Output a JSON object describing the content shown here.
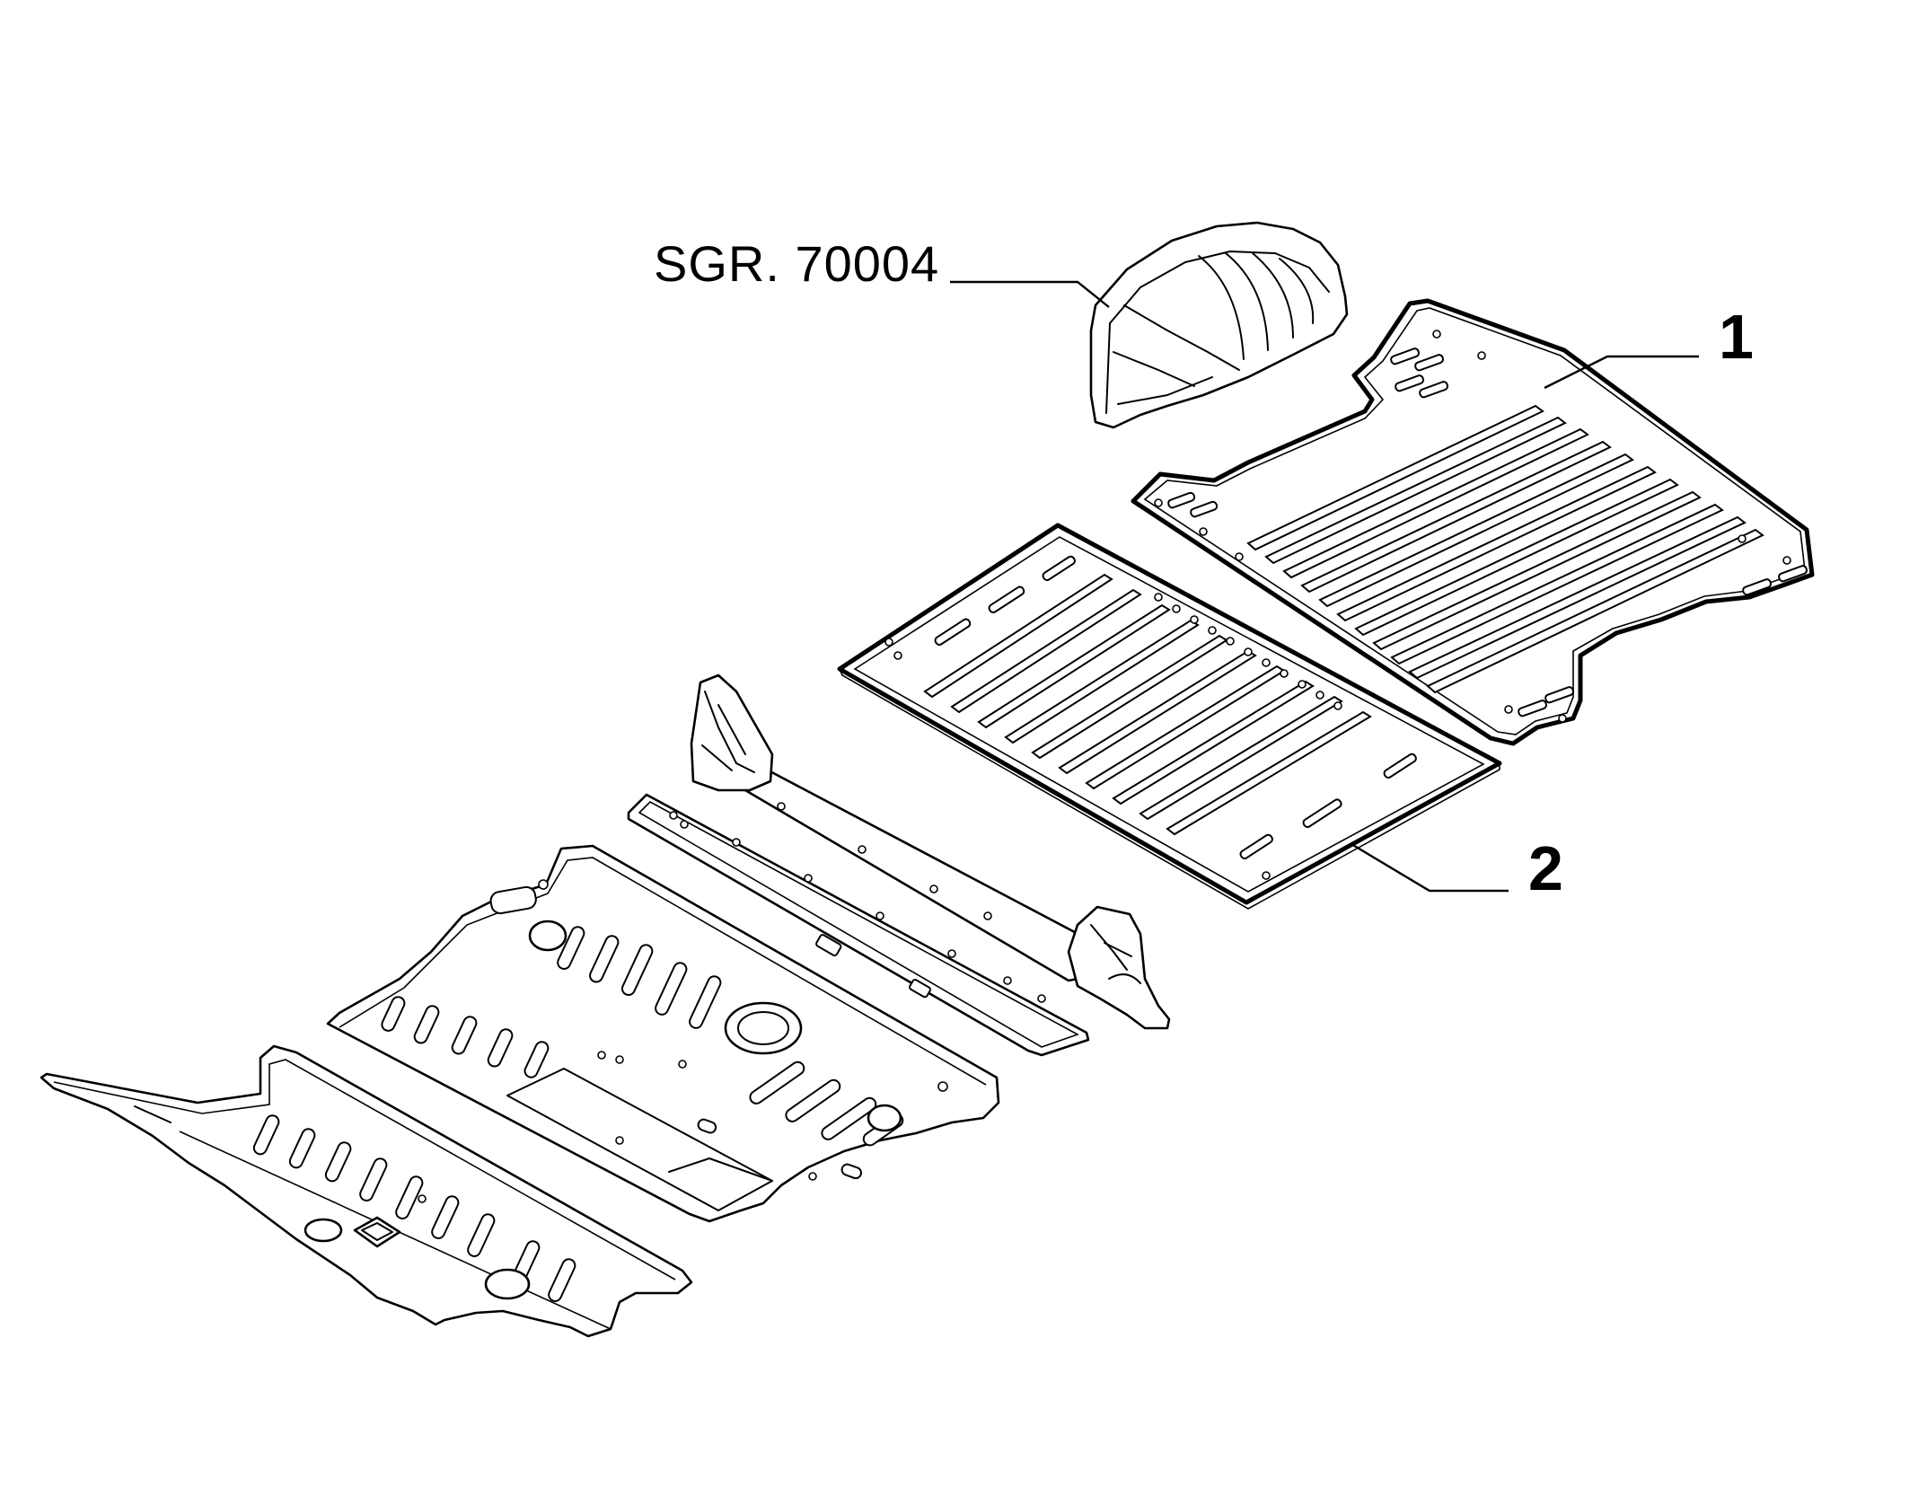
{
  "callouts": {
    "ref_group": "SGR. 70004",
    "item_1": "1",
    "item_2": "2"
  },
  "colors": {
    "line": "#000000",
    "background": "#ffffff"
  }
}
